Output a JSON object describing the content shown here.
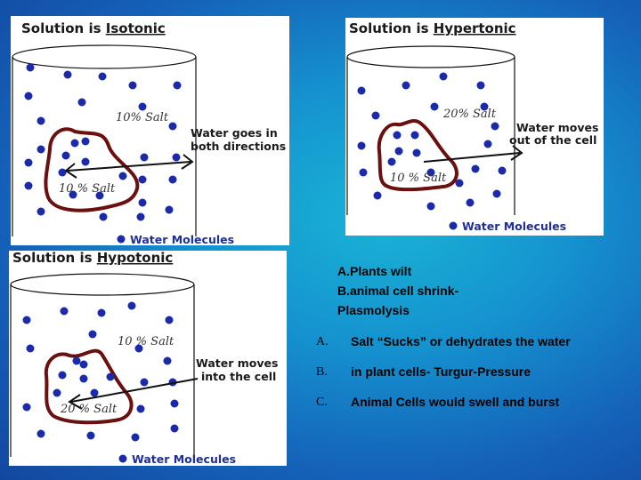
{
  "panels": {
    "isotonic": {
      "title_prefix": "Solution is ",
      "title_key": "Isotonic",
      "salt_outer": "10% Salt",
      "salt_inner": "10 % Salt",
      "note_line1": "Water goes in",
      "note_line2": "both directions",
      "legend": "Water Molecules"
    },
    "hypertonic": {
      "title_prefix": "Solution is ",
      "title_key": "Hypertonic",
      "salt_outer": "20% Salt",
      "salt_inner": "10 % Salt",
      "note_line1": "Water moves",
      "note_line2": "out of the cell",
      "legend": "Water Molecules"
    },
    "hypotonic": {
      "title_prefix": "Solution is ",
      "title_key": "Hypotonic",
      "salt_outer": "10 % Salt",
      "salt_inner": "20 % Salt",
      "note_line1": "Water moves",
      "note_line2": "into the cell",
      "legend": "Water Molecules"
    }
  },
  "hypertonic_effects": {
    "line1": "A.Plants wilt",
    "line2": "B.animal cell shrink-",
    "line3": "Plasmolysis"
  },
  "hypotonic_effects": [
    {
      "marker": "A.",
      "text": "Salt “Sucks” or dehydrates the water"
    },
    {
      "marker": "B.",
      "text": "in plant cells- Turgur-Pressure"
    },
    {
      "marker": "C.",
      "text": "Animal Cells would swell and burst"
    }
  ],
  "colors": {
    "molecule": "#1a2aa8",
    "cell_membrane": "#6b0f0f",
    "title_underline": "#1a1a1a"
  }
}
